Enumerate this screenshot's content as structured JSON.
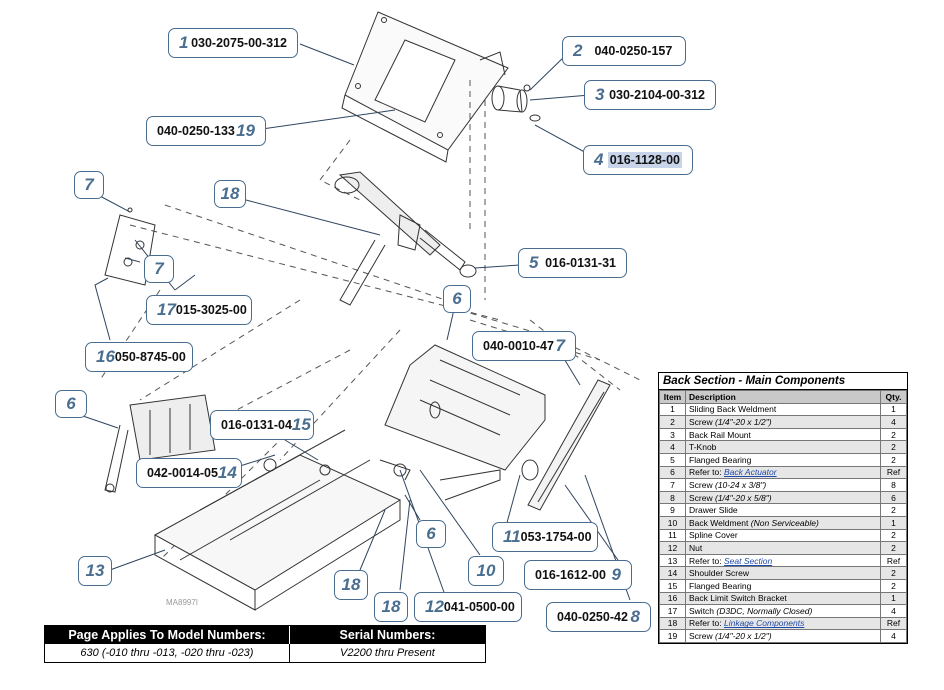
{
  "callouts": [
    {
      "id": "c1",
      "num": "1",
      "part": "030-2075-00-312"
    },
    {
      "id": "c2",
      "num": "2",
      "part": "040-0250-157"
    },
    {
      "id": "c3",
      "num": "3",
      "part": "030-2104-00-312"
    },
    {
      "id": "c4",
      "num": "4",
      "part": "016-1128-00"
    },
    {
      "id": "c19",
      "num": "19",
      "part": "040-0250-133"
    },
    {
      "id": "c5",
      "num": "5",
      "part": "016-0131-31"
    },
    {
      "id": "c7b",
      "num": "7",
      "part": "040-0010-47"
    },
    {
      "id": "c17",
      "num": "17",
      "part": "015-3025-00"
    },
    {
      "id": "c16",
      "num": "16",
      "part": "050-8745-00"
    },
    {
      "id": "c15",
      "num": "15",
      "part": "016-0131-04"
    },
    {
      "id": "c14",
      "num": "14",
      "part": "042-0014-05"
    },
    {
      "id": "c11",
      "num": "11",
      "part": "053-1754-00"
    },
    {
      "id": "c9",
      "num": "9",
      "part": "016-1612-00"
    },
    {
      "id": "c12",
      "num": "12",
      "part": "041-0500-00"
    },
    {
      "id": "c8",
      "num": "8",
      "part": "040-0250-42"
    }
  ],
  "bubbles": {
    "b18a": "18",
    "b7a": "7",
    "b7c": "7",
    "b6a": "6",
    "b6b": "6",
    "b6c": "6",
    "b13": "13",
    "b10": "10",
    "b18b": "18",
    "b18c": "18"
  },
  "drawing_number": "MA8997I",
  "parts_table": {
    "title": "Back Section - Main Components",
    "headers": [
      "Item",
      "Description",
      "Qty."
    ],
    "rows": [
      {
        "item": "1",
        "desc": "Sliding Back Weldment",
        "qty": "1"
      },
      {
        "item": "2",
        "desc": "Screw",
        "note": "(1/4\"-20 x 1/2\")",
        "qty": "4"
      },
      {
        "item": "3",
        "desc": "Back Rail Mount",
        "qty": "2"
      },
      {
        "item": "4",
        "desc": "T-Knob",
        "qty": "2"
      },
      {
        "item": "5",
        "desc": "Flanged Bearing",
        "qty": "2"
      },
      {
        "item": "6",
        "desc": "Refer to:",
        "link": "Back Actuator",
        "qty": "Ref"
      },
      {
        "item": "7",
        "desc": "Screw",
        "note": "(10-24 x 3/8\")",
        "qty": "8"
      },
      {
        "item": "8",
        "desc": "Screw",
        "note": "(1/4\"-20 x 5/8\")",
        "qty": "6"
      },
      {
        "item": "9",
        "desc": "Drawer Slide",
        "qty": "2"
      },
      {
        "item": "10",
        "desc": "Back Weldment",
        "note": "(Non Serviceable)",
        "qty": "1"
      },
      {
        "item": "11",
        "desc": "Spline Cover",
        "qty": "2"
      },
      {
        "item": "12",
        "desc": "Nut",
        "qty": "2"
      },
      {
        "item": "13",
        "desc": "Refer to:",
        "link": "Seat Section",
        "qty": "Ref"
      },
      {
        "item": "14",
        "desc": "Shoulder Screw",
        "qty": "2"
      },
      {
        "item": "15",
        "desc": "Flanged Bearing",
        "qty": "2"
      },
      {
        "item": "16",
        "desc": "Back Limit Switch Bracket",
        "qty": "1"
      },
      {
        "item": "17",
        "desc": "Switch",
        "note": "(D3DC, Normally Closed)",
        "qty": "4"
      },
      {
        "item": "18",
        "desc": "Refer to:",
        "link": "Linkage Components",
        "qty": "Ref"
      },
      {
        "item": "19",
        "desc": "Screw",
        "note": "(1/4\"-20 x 1/2\")",
        "qty": "4"
      }
    ]
  },
  "model_table": {
    "h1": "Page Applies To Model Numbers:",
    "h2": "Serial Numbers:",
    "v1": "630 (-010 thru -013, -020 thru -023)",
    "v2": "V2200 thru Present"
  },
  "colors": {
    "callout_border": "#4a6e90",
    "callout_number": "#4a6e90",
    "highlight": "#c7d4ea",
    "link": "#1f4aa8"
  }
}
